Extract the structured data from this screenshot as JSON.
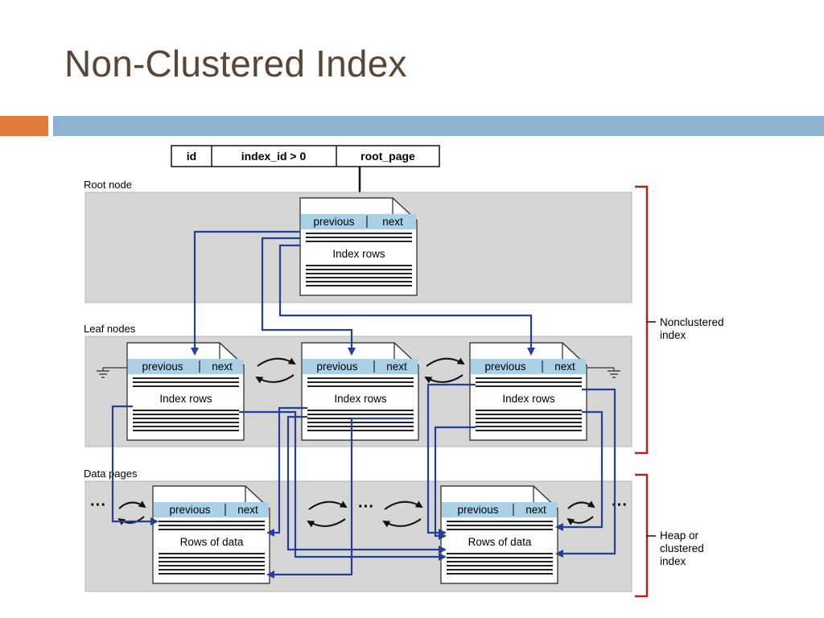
{
  "slide": {
    "title": "Non-Clustered Index"
  },
  "diagram": {
    "header_cells": [
      "id",
      "index_id > 0",
      "root_page"
    ],
    "sections": {
      "root": "Root node",
      "leaf": "Leaf nodes",
      "data": "Data pages"
    },
    "page_bar": {
      "previous": "previous",
      "next": "next"
    },
    "index_rows_label": "Index rows",
    "rows_of_data_label": "Rows of data",
    "ellipsis": "···",
    "brackets": {
      "nonclustered": [
        "Nonclustered",
        "index"
      ],
      "heap": [
        "Heap or",
        "clustered",
        "index"
      ]
    },
    "colors": {
      "title": "#5a4636",
      "accent_orange": "#e07b39",
      "accent_blue": "#8eb2d2",
      "panel_gray": "#d6d6d6",
      "page_header": "#a9d0e4",
      "arrow_blue": "#22409a",
      "bracket_red": "#b32222"
    }
  }
}
